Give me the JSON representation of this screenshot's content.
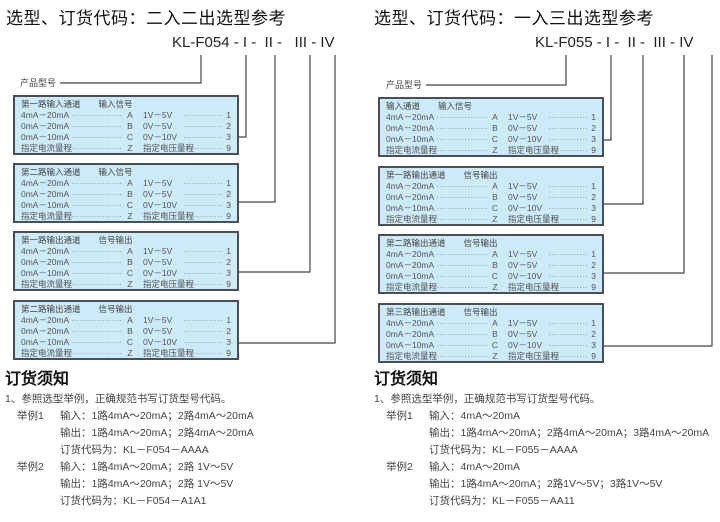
{
  "panels": [
    {
      "title": "选型、订货代码：二入二出选型参考",
      "code": "KL-F054 - I -  II -   III - IV",
      "product_label": "产品型号",
      "boxes": [
        {
          "head": "第一路输入通道",
          "sig": "输入信号"
        },
        {
          "head": "第二路输入通道",
          "sig": "输入信号"
        },
        {
          "head": "第一路输出通道",
          "sig": "信号输出"
        },
        {
          "head": "第二路输出通道",
          "sig": "信号输出"
        }
      ],
      "notes": {
        "heading": "订货须知",
        "item": "1、参照选型举例，正确规范书写订货型号代码。",
        "examples": [
          {
            "label": "举例1",
            "lines": [
              "输入：1路4mA～20mA；2路4mA～20mA",
              "输出：1路4mA～20mA；2路4mA～20mA",
              "订货代码为：KL－F054－AAAA"
            ]
          },
          {
            "label": "举例2",
            "lines": [
              "输入：1路4mA～20mA；2路 1V～5V",
              "输出：1路4mA～20mA；2路 1V～5V",
              "订货代码为：KL－F054－A1A1"
            ]
          }
        ]
      }
    },
    {
      "title": "选型、订货代码：一入三出选型参考",
      "code": "KL-F055 - I -  II -  III - IV",
      "product_label": "产品型号",
      "boxes": [
        {
          "head": "输入通道",
          "sig": "输入信号"
        },
        {
          "head": "第一路输出通道",
          "sig": "信号输出"
        },
        {
          "head": "第二路输出通道",
          "sig": "信号输出"
        },
        {
          "head": "第三路输出通道",
          "sig": "信号输出"
        }
      ],
      "notes": {
        "heading": "订货须知",
        "item": "1、参照选型举例，正确规范书写订货型号代码。",
        "examples": [
          {
            "label": "举例1",
            "lines": [
              "输入：4mA～20mA",
              "输出：1路4mA～20mA；2路4mA～20mA；3路4mA～20mA",
              "订货代码为：KL－F055－AAAA"
            ]
          },
          {
            "label": "举例2",
            "lines": [
              "输入：4mA～20mA",
              "输出：1路4mA～20mA；2路1V～5V；3路1V～5V",
              "订货代码为：KL－F055－AA11"
            ]
          }
        ]
      }
    }
  ],
  "options": [
    {
      "cur": "4mA－20mA",
      "cur_code": "A",
      "volt": "1V－5V",
      "volt_code": "1"
    },
    {
      "cur": "0mA－20mA",
      "cur_code": "B",
      "volt": "0V－5V",
      "volt_code": "2"
    },
    {
      "cur": "0mA－10mA",
      "cur_code": "C",
      "volt": "0V－10V",
      "volt_code": "3"
    },
    {
      "cur": "指定电流量程",
      "cur_code": "Z",
      "volt": "指定电压量程",
      "volt_code": "9"
    }
  ],
  "colors": {
    "box_bg": "#cdeaf8",
    "border": "#4a4f55"
  }
}
